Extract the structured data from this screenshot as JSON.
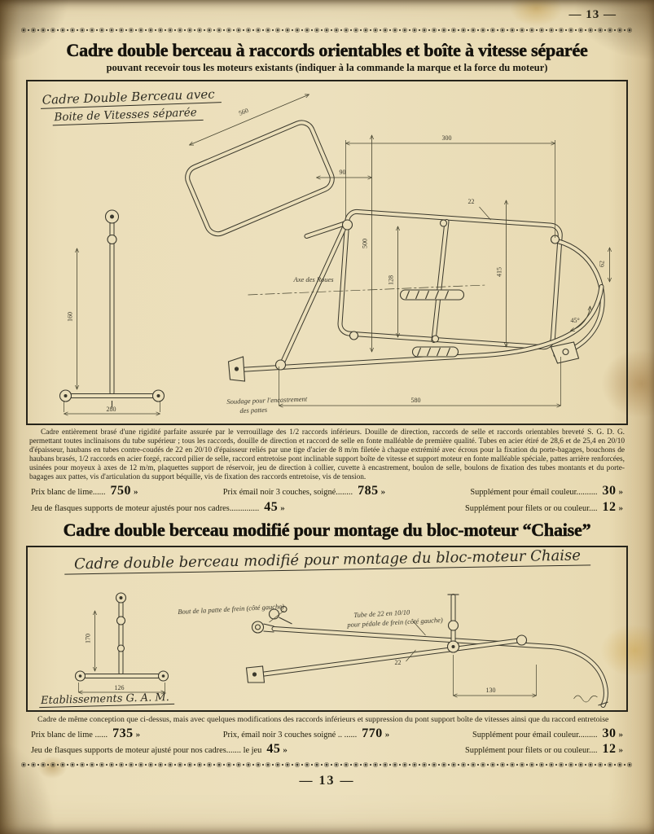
{
  "page": {
    "number_top": "— 13 —",
    "number_bottom": "— 13 —"
  },
  "section1": {
    "title": "Cadre double berceau à raccords orientables et boîte à vitesse séparée",
    "subtitle": "pouvant recevoir tous les moteurs existants (indiquer à la commande la marque et la force du moteur)",
    "script_title_line1": "Cadre Double Berceau avec",
    "script_title_line2": "Boite de Vitesses séparée",
    "description": "Cadre entièrement brasé d'une rigidité parfaite assurée par le verrouillage des 1/2 raccords inférieurs. Douille de direction, raccords de selle et raccords orientables breveté S. G. D. G. permettant toutes inclinaisons du tube supérieur ; tous les raccords, douille de direction et raccord de selle en fonte malléable de première qualité. Tubes en acier étiré de 28,6 et de 25,4 en 20/10 d'épaisseur, haubans en tubes contre-coudés de 22 en 20/10 d'épaisseur reliés par une tige d'acier de 8 m/m filetée à chaque extrémité avec écrous pour la fixation du porte-bagages, bouchons de haubans brasés, 1/2 raccords en acier forgé, raccord pilier de selle, raccord entretoise pont inclinable support boîte de vitesse et support moteur en fonte malléable spéciale, pattes arrière renforcées, usinées pour moyeux à axes de 12 m/m, plaquettes support de réservoir, jeu de direction à collier, cuvette à encastrement, boulon de selle, boulons de fixation des tubes montants et du porte-bagages aux pattes, vis d'articulation du support béquille, vis de fixation des raccords entretoise, vis de tension.",
    "prices_row1": [
      {
        "label": "Prix blanc de lime......",
        "value": "750",
        "unit": "»"
      },
      {
        "label": "Prix émail noir 3 couches, soigné........",
        "value": "785",
        "unit": "»"
      },
      {
        "label": "Supplément pour émail couleur..........",
        "value": "30",
        "unit": "»"
      }
    ],
    "prices_row2": [
      {
        "label": "Jeu de flasques supports de moteur ajustés pour nos cadres..............",
        "value": "45",
        "unit": "»"
      },
      {
        "label": "Supplément pour filets or ou couleur....",
        "value": "12",
        "unit": "»"
      }
    ],
    "drawing": {
      "dims": [
        "560",
        "500",
        "415",
        "580",
        "160",
        "280",
        "128",
        "90",
        "45°",
        "22",
        "300",
        "62"
      ],
      "axis_label": "Axe des Roues",
      "note_line1": "Soudage pour l'encastrement",
      "note_line2": "des pattes"
    }
  },
  "section2": {
    "title": "Cadre double berceau modifié pour montage du bloc-moteur “Chaise”",
    "script_title": "Cadre double berceau modifié pour montage du bloc-moteur Chaise",
    "etablissements": "Etablissements G. A. M.",
    "description": "Cadre de même conception que ci-dessus, mais avec quelques modifications des raccords inférieurs et suppression du pont support boîte de vitesses ainsi que du raccord entretoise",
    "prices_row1": [
      {
        "label": "Prix blanc de lime ......",
        "value": "735",
        "unit": "»"
      },
      {
        "label": "Prix, émail noir 3 couches soigné .. ......",
        "value": "770",
        "unit": "»"
      },
      {
        "label": "Supplément pour émail couleur.........",
        "value": "30",
        "unit": "»"
      }
    ],
    "prices_row2": [
      {
        "label": "Jeu de flasques supports de moteur ajusté pour nos cadres....... le jeu",
        "value": "45",
        "unit": "»"
      },
      {
        "label": "Supplément pour filets or ou couleur....",
        "value": "12",
        "unit": "»"
      }
    ],
    "drawing": {
      "dims": [
        "170",
        "126",
        "22",
        "130"
      ],
      "note1": "Bout de la patte de frein (côté gauche)",
      "note2": "Tube de 22 en 10/10",
      "note3": "pour pédale de frein (côté gauche)"
    }
  }
}
